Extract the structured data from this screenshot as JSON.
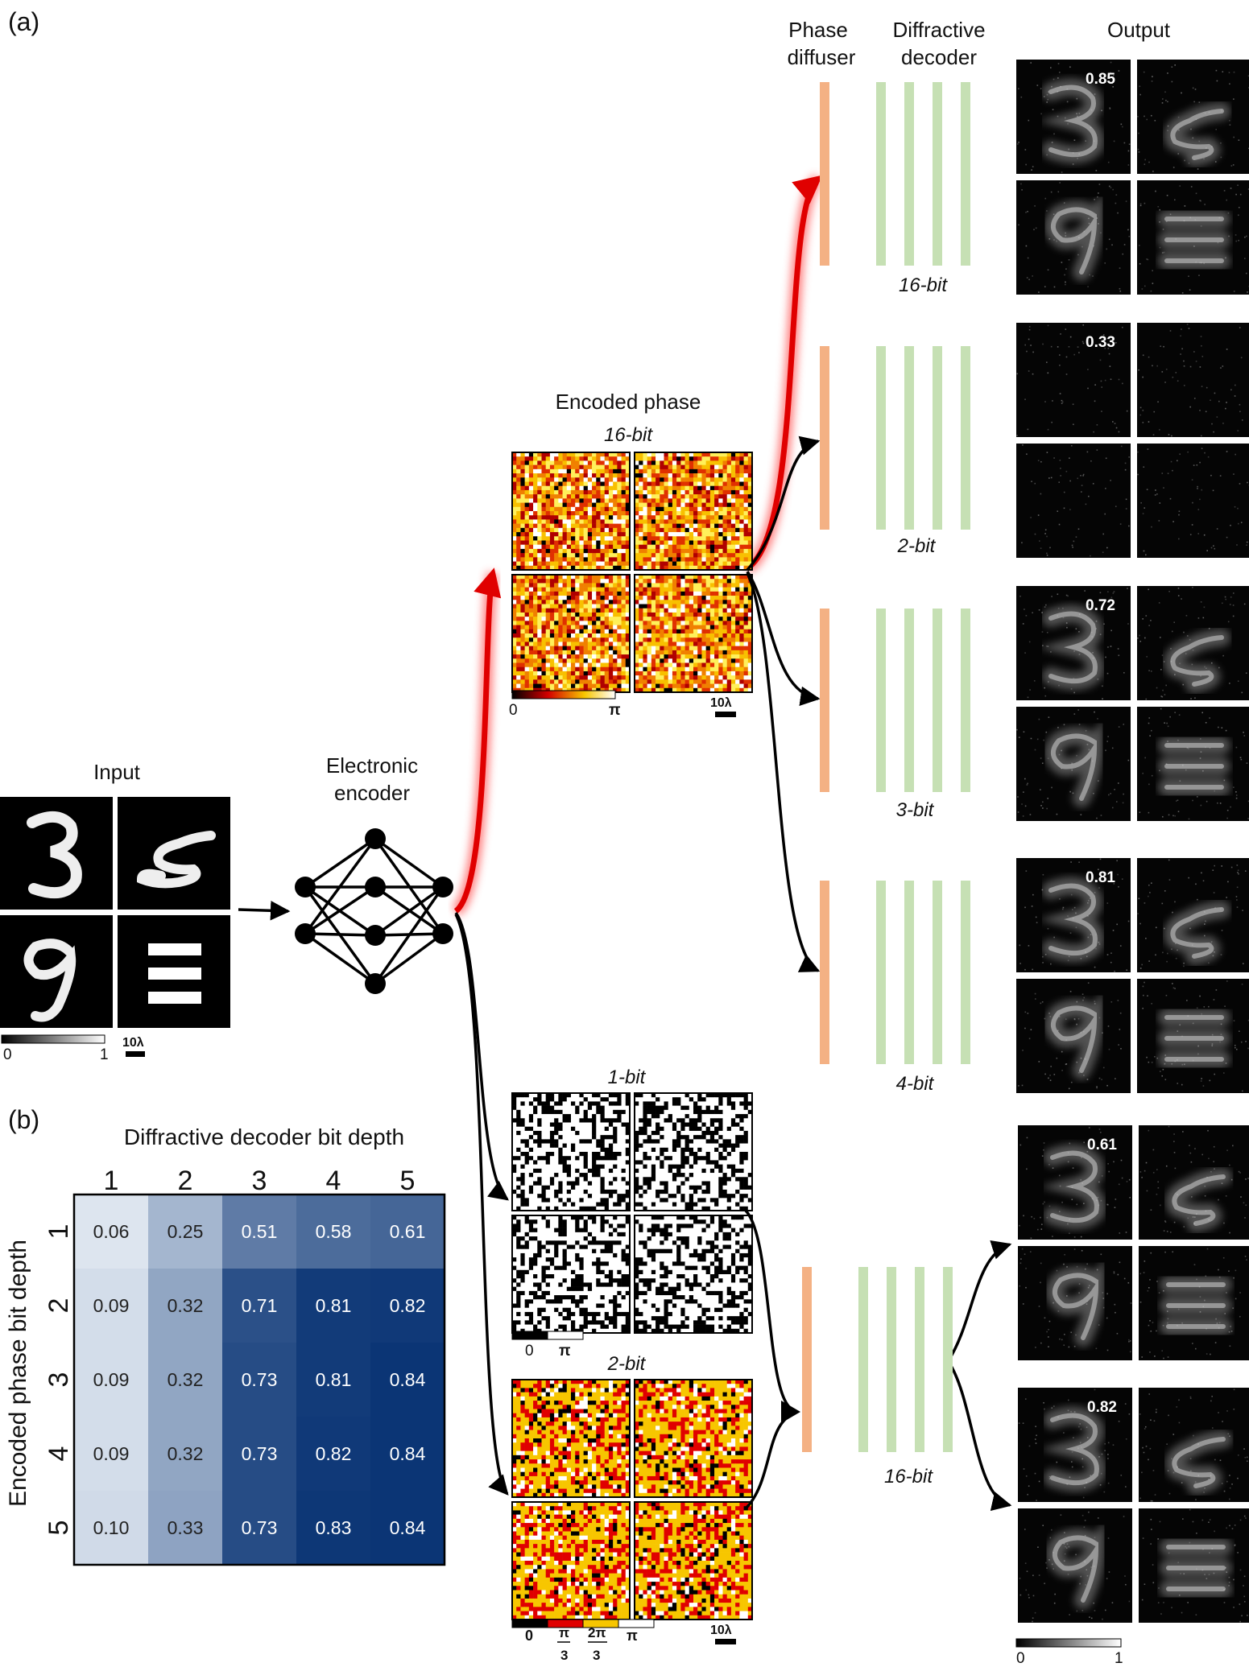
{
  "figure": {
    "panel_a": "(a)",
    "panel_b": "(b)",
    "input_label": "Input",
    "encoder_label": [
      "Electronic",
      "encoder"
    ],
    "encoded_phase_label": "Encoded phase",
    "phase_diffuser_label": [
      "Phase",
      "diffuser"
    ],
    "diffractive_decoder_label": [
      "Diffractive",
      "decoder"
    ],
    "output_label": "Output",
    "bits": {
      "b16": "16-bit",
      "b1": "1-bit",
      "b2": "2-bit",
      "b3": "3-bit",
      "b4": "4-bit"
    },
    "scale_bar": "10λ",
    "colorbar": {
      "gray_min": "0",
      "gray_max": "1",
      "phase_min": "0",
      "phase_max": "π",
      "pi_num": "π",
      "twopi_num": "2π",
      "den": "3"
    },
    "output_scores": {
      "b16": "0.85",
      "b2": "0.33",
      "b3": "0.72",
      "b4": "0.81",
      "enc1": "0.61",
      "enc2": "0.82"
    },
    "colors": {
      "diffuser": "#f4b184",
      "decoder_layer": "#c6e0b4",
      "highlight_arrow": "#e00000",
      "arrow": "#000000",
      "heat_low": "#f2f7fc",
      "heat_high": "#0b3575"
    }
  },
  "heatmap": {
    "title": "Diffractive decoder bit depth",
    "ylabel": "Encoded phase bit depth",
    "col_labels": [
      "1",
      "2",
      "3",
      "4",
      "5"
    ],
    "row_labels": [
      "1",
      "2",
      "3",
      "4",
      "5"
    ],
    "value_labels": [
      [
        "0.06",
        "0.25",
        "0.51",
        "0.58",
        "0.61"
      ],
      [
        "0.09",
        "0.32",
        "0.71",
        "0.81",
        "0.82"
      ],
      [
        "0.09",
        "0.32",
        "0.73",
        "0.81",
        "0.84"
      ],
      [
        "0.09",
        "0.32",
        "0.73",
        "0.82",
        "0.84"
      ],
      [
        "0.10",
        "0.33",
        "0.73",
        "0.83",
        "0.84"
      ]
    ]
  }
}
